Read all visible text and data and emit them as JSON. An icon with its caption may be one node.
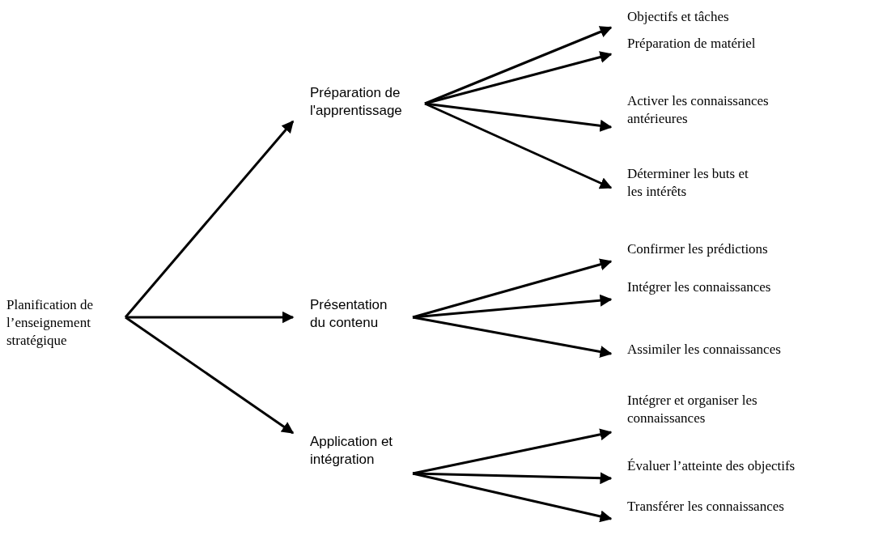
{
  "diagram": {
    "nodes": [
      {
        "text": [
          "Planification de l’enseignement stratégique"
        ]
      },
      {
        "text": [
          "Préparation de l'apprentissage"
        ]
      },
      {
        "text": [
          "Présentation du contenu"
        ]
      },
      {
        "text": [
          "Application et intégration"
        ]
      },
      {
        "text": [
          "Objectifs et tâches"
        ]
      },
      {
        "text": [
          "Préparation de matériel"
        ]
      },
      {
        "text": [
          "Activer les connaissances antérieures"
        ]
      },
      {
        "text": [
          "Déterminer les buts et les intérêts"
        ]
      },
      {
        "text": [
          "Confirmer les prédictions"
        ]
      },
      {
        "text": [
          "Intégrer les connaissances"
        ]
      },
      {
        "text": [
          "Assimiler les connaissances"
        ]
      },
      {
        "text": [
          "Intégrer et organiser les connaissances"
        ]
      },
      {
        "text": [
          "Évaluer l’atteinte des objectifs"
        ]
      },
      {
        "text": [
          "Transférer les connaissances"
        ]
      }
    ],
    "edges": [
      {
        "from": 0,
        "to": 1,
        "arrow": "to"
      },
      {
        "from": 0,
        "to": 2,
        "arrow": "to"
      },
      {
        "from": 0,
        "to": 3,
        "arrow": "to"
      },
      {
        "from": 1,
        "to": 4,
        "arrow": "to"
      },
      {
        "from": 1,
        "to": 5,
        "arrow": "to"
      },
      {
        "from": 1,
        "to": 6,
        "arrow": "to"
      },
      {
        "from": 1,
        "to": 7,
        "arrow": "to"
      },
      {
        "from": 2,
        "to": 8,
        "arrow": "to"
      },
      {
        "from": 2,
        "to": 9,
        "arrow": "to"
      },
      {
        "from": 2,
        "to": 10,
        "arrow": "to"
      },
      {
        "from": 3,
        "to": 11,
        "arrow": "to"
      },
      {
        "from": 3,
        "to": 12,
        "arrow": "to"
      },
      {
        "from": 3,
        "to": 13,
        "arrow": "to"
      }
    ]
  }
}
